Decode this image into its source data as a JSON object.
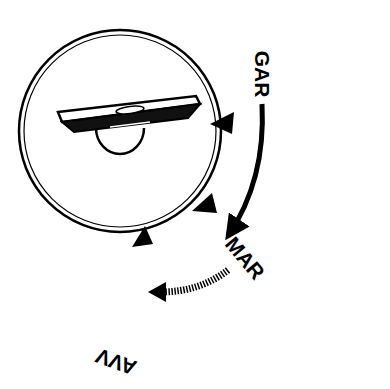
{
  "diagram": {
    "labels": [
      "GAR",
      "MAR",
      "AVV"
    ]
  }
}
